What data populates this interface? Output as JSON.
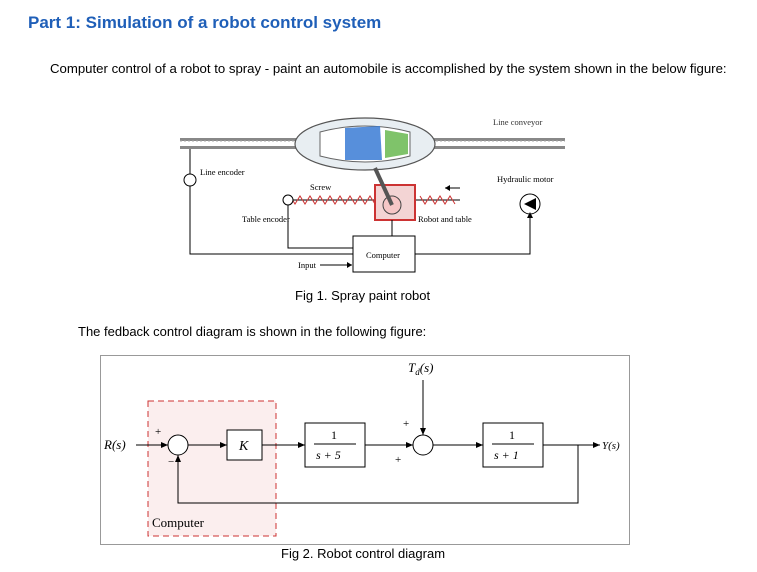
{
  "title": "Part 1: Simulation of a robot control system",
  "intro": "Computer control of a robot to spray - paint an automobile is accomplished by the system shown in the below figure:",
  "fig1": {
    "caption": "Fig 1.  Spray paint robot",
    "labels": {
      "line_conveyor": "Line conveyor",
      "line_encoder": "Line encoder",
      "hydraulic_motor": "Hydraulic motor",
      "screw": "Screw",
      "table_encoder": "Table encoder",
      "robot_and_table": "Robot and table",
      "computer": "Computer",
      "input": "Input"
    }
  },
  "feedback_intro": "The fedback control diagram is shown in the following figure:",
  "fig2": {
    "caption": "Fig 2.  Robot control diagram",
    "input_label": "R(s)",
    "output_label": "Y(s)",
    "disturbance_label": "T",
    "disturbance_sub": "d",
    "disturbance_arg": "(s)",
    "gain_block": "K",
    "block1_num": "1",
    "block1_den": "s + 5",
    "block2_num": "1",
    "block2_den": "s + 1",
    "computer_label": "Computer",
    "sum1_plus": "+",
    "sum1_minus": "−",
    "sum2_plus_top": "+",
    "sum2_plus_bottom": "+"
  }
}
